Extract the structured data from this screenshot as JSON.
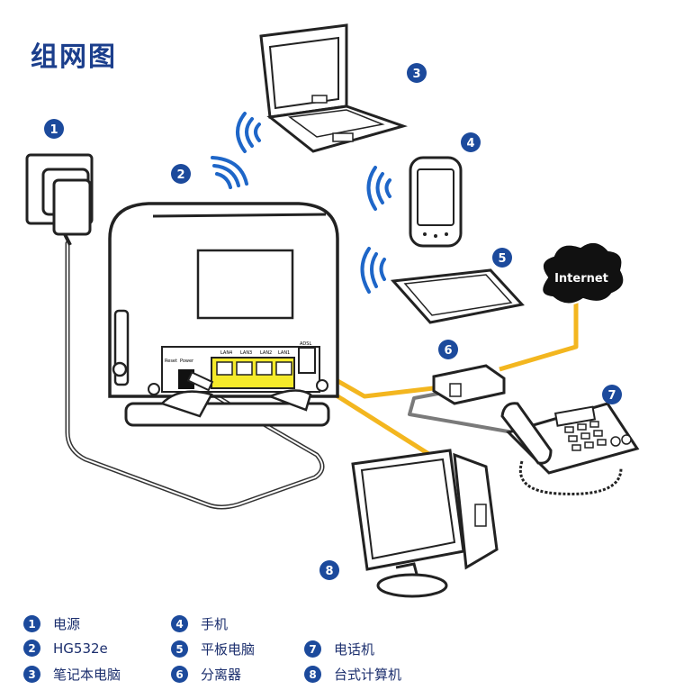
{
  "title": "组网图",
  "internet_label": "Internet",
  "callout_color": "#1c4a9c",
  "cable_yellow": "#f3b61f",
  "cable_gray": "#7a7a7a",
  "router_labels": {
    "reset": "Reset",
    "power": "Power",
    "lan4": "LAN4",
    "lan3": "LAN3",
    "lan2": "LAN2",
    "lan1": "LAN1",
    "adsl": "ADSL"
  },
  "legend": [
    {
      "num": "1",
      "label": "电源"
    },
    {
      "num": "2",
      "label": "HG532e"
    },
    {
      "num": "3",
      "label": "笔记本电脑"
    },
    {
      "num": "4",
      "label": "手机"
    },
    {
      "num": "5",
      "label": "平板电脑"
    },
    {
      "num": "6",
      "label": "分离器"
    },
    {
      "num": "7",
      "label": "电话机"
    },
    {
      "num": "8",
      "label": "台式计算机"
    }
  ]
}
